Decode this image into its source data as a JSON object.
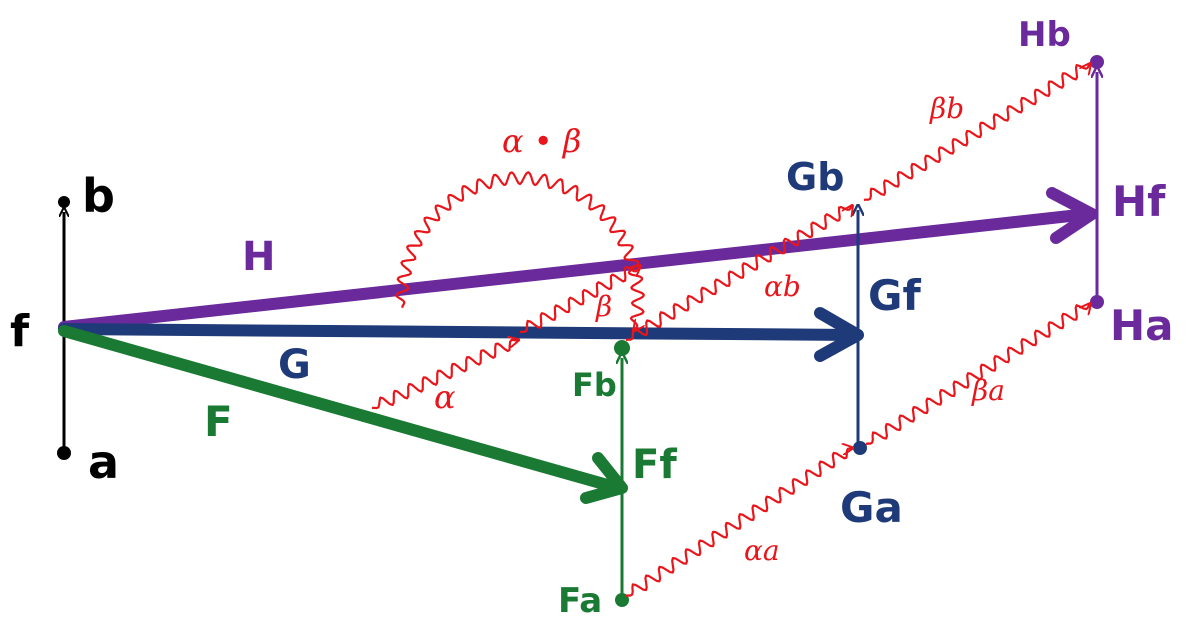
{
  "colors": {
    "black": "#000000",
    "green": "#1a7a34",
    "navy": "#1f3a78",
    "purple": "#6a2a9c",
    "red": "#e8161b"
  },
  "labels": {
    "f": "f",
    "b": "b",
    "a": "a",
    "H": "H",
    "G": "G",
    "F": "F",
    "Fb": "Fb",
    "Ff": "Ff",
    "Fa": "Fa",
    "Gb": "Gb",
    "Gf": "Gf",
    "Ga": "Ga",
    "Hb": "Hb",
    "Hf": "Hf",
    "Ha": "Ha",
    "alpha": "α",
    "beta": "β",
    "alpha_beta": "α • β",
    "alpha_a": "αa",
    "alpha_b": "αb",
    "beta_a": "βa",
    "beta_b": "βb"
  }
}
